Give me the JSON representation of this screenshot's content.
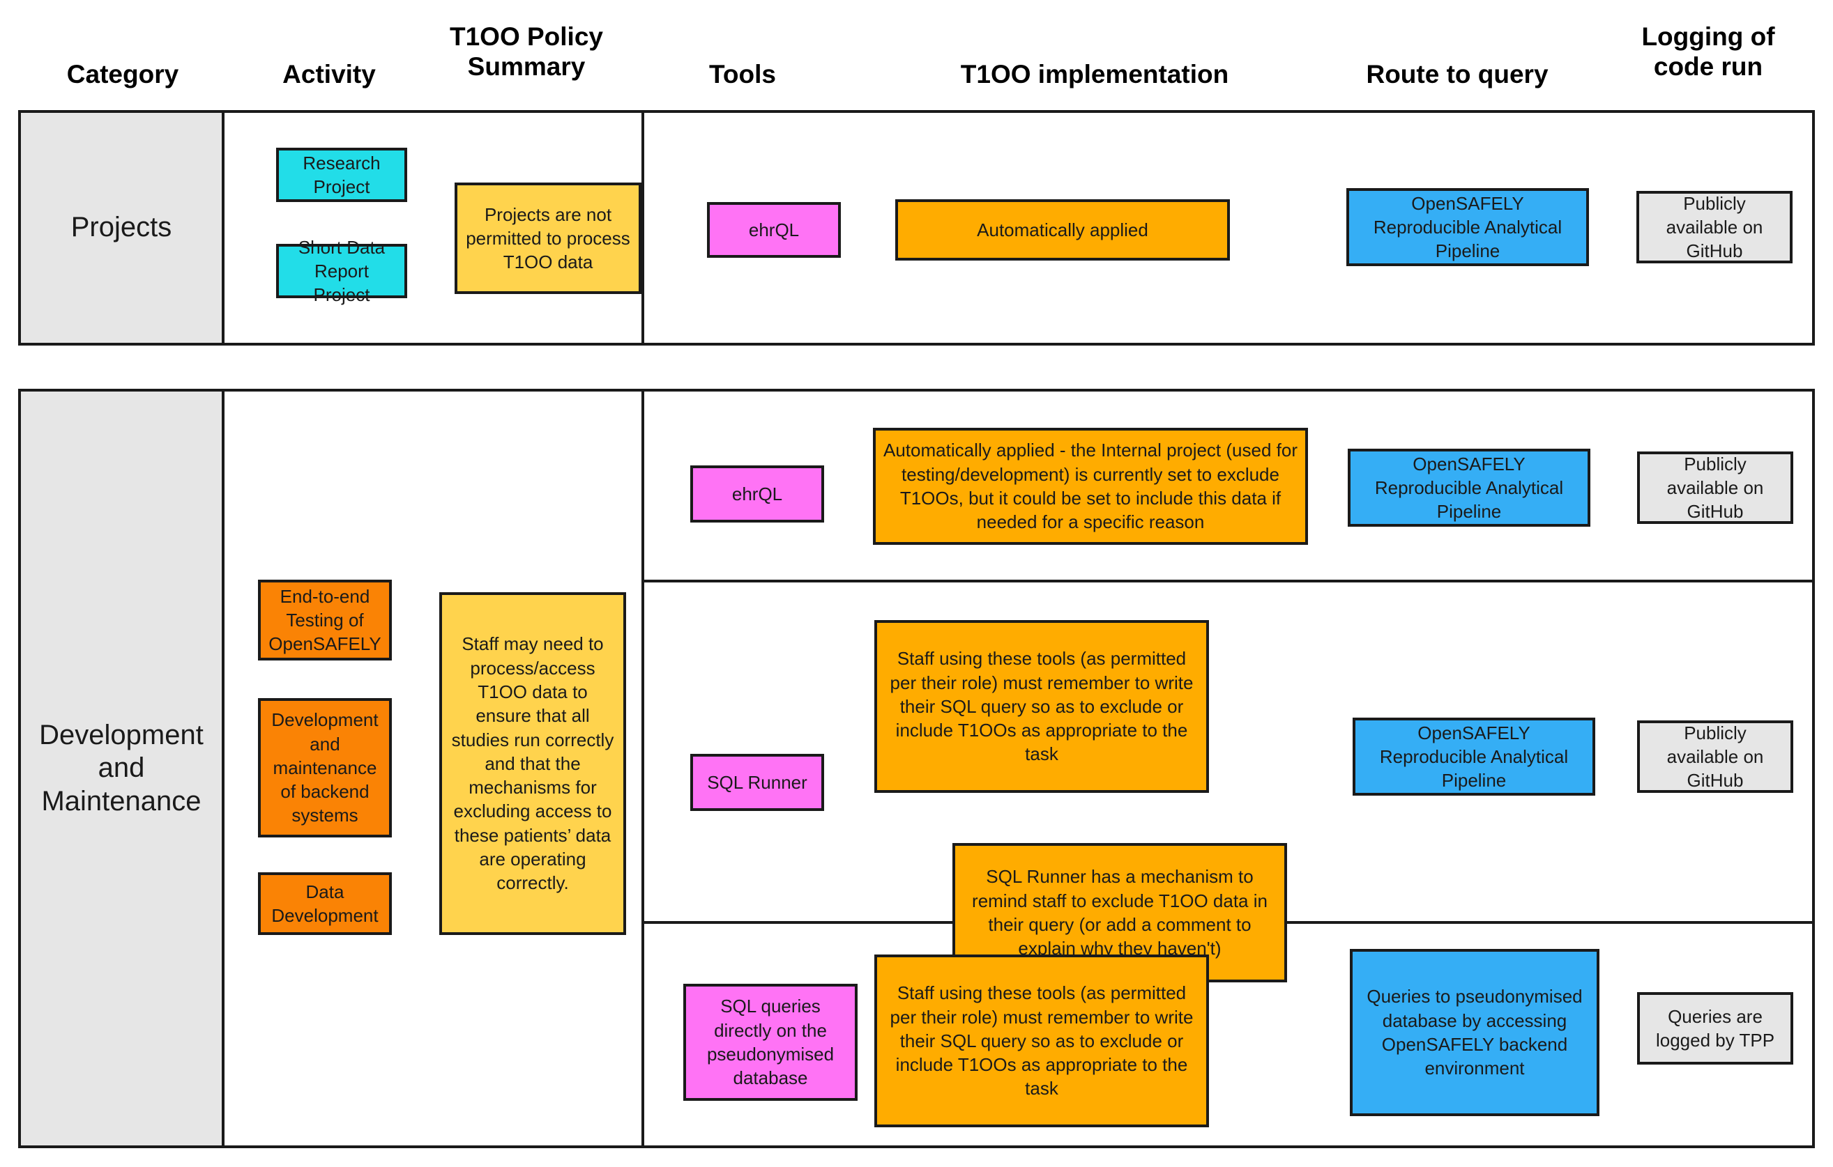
{
  "headers": {
    "category": "Category",
    "activity": "Activity",
    "policy_summary": "T1OO Policy\nSummary",
    "policy_summary_line1": "T1OO Policy",
    "policy_summary_line2": "Summary",
    "tools": "Tools",
    "implementation": "T1OO implementation",
    "route_to_query": "Route to query",
    "logging_line1": "Logging of",
    "logging_line2": "code run"
  },
  "colors": {
    "cyan": "#22DDE8",
    "yellow": "#FFD34D",
    "orange": "#FA8305",
    "amber": "#FFAC00",
    "magenta": "#FF73F5",
    "blue": "#35AEF5",
    "grey": "#E6E6E6",
    "border": "#1A1A1A"
  },
  "rows": [
    {
      "category": "Projects",
      "activities": [
        "Research Project",
        "Short Data Report Project"
      ],
      "policy_summary": "Projects are not permitted to process T1OO data",
      "subrows": [
        {
          "tool": "ehrQL",
          "implementation": [
            "Automatically applied"
          ],
          "route_to_query": "OpenSAFELY Reproducible Analytical Pipeline",
          "logging": "Publicly available on GitHub"
        }
      ]
    },
    {
      "category": "Development and Maintenance",
      "activities": [
        "End-to-end Testing of OpenSAFELY",
        "Development and maintenance of backend systems",
        "Data Development"
      ],
      "policy_summary": "Staff may need to process/access T1OO data to ensure that all studies run correctly and that the mechanisms for excluding access to these patients’ data are operating correctly.",
      "subrows": [
        {
          "tool": "ehrQL",
          "implementation": [
            "Automatically applied - the Internal project (used for testing/development) is currently set to exclude T1OOs, but it could be set to include this data if needed for a specific reason"
          ],
          "route_to_query": "OpenSAFELY Reproducible Analytical Pipeline",
          "logging": "Publicly available on GitHub"
        },
        {
          "tool": "SQL Runner",
          "implementation": [
            "Staff using these tools (as permitted per their role) must remember to write their SQL query so as to exclude or include T1OOs as appropriate to the task",
            "SQL Runner has a mechanism to remind staff to exclude T1OO data in their query (or add a comment to explain why they haven't)"
          ],
          "route_to_query": "OpenSAFELY Reproducible Analytical Pipeline",
          "logging": "Publicly available on GitHub"
        },
        {
          "tool": "SQL queries directly on the pseudonymised database",
          "implementation": [
            "Staff using these tools (as permitted per their role) must remember to write their SQL query so as to exclude or include T1OOs as appropriate to the task"
          ],
          "route_to_query": "Queries to pseudonymised database by accessing OpenSAFELY backend environment",
          "logging": "Queries are logged by TPP"
        }
      ]
    }
  ]
}
